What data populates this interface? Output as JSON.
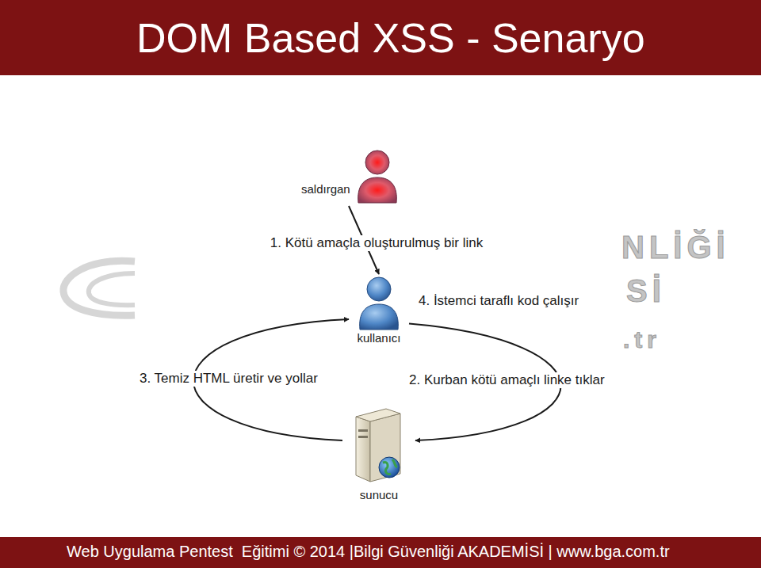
{
  "diagram": {
    "title": "DOM Based XSS - Senaryo",
    "nodes": [
      {
        "text": [
          "saldırgan"
        ]
      },
      {
        "text": [
          "kullanıcı"
        ]
      },
      {
        "text": [
          "sunucu"
        ]
      }
    ],
    "edges": [
      {
        "from": 0,
        "to": 1,
        "arrow": "to",
        "label": "1. Kötü amaçla oluşturulmuş bir link"
      },
      {
        "from": 1,
        "to": 2,
        "arrow": "to",
        "label": "2. Kurban kötü amaçlı linke tıklar"
      },
      {
        "from": 2,
        "to": 1,
        "arrow": "to",
        "label": "3. Temiz HTML üretir ve yollar"
      }
    ],
    "labels": [
      "4. İstemci taraflı kod çalışır",
      "NLİĞİ",
      "Sİ",
      ".tr",
      "Web Uygulama Pentest  Eğitimi © 2014 |Bilgi Güvenliği AKADEMİSİ | www.bga.com.tr"
    ]
  }
}
